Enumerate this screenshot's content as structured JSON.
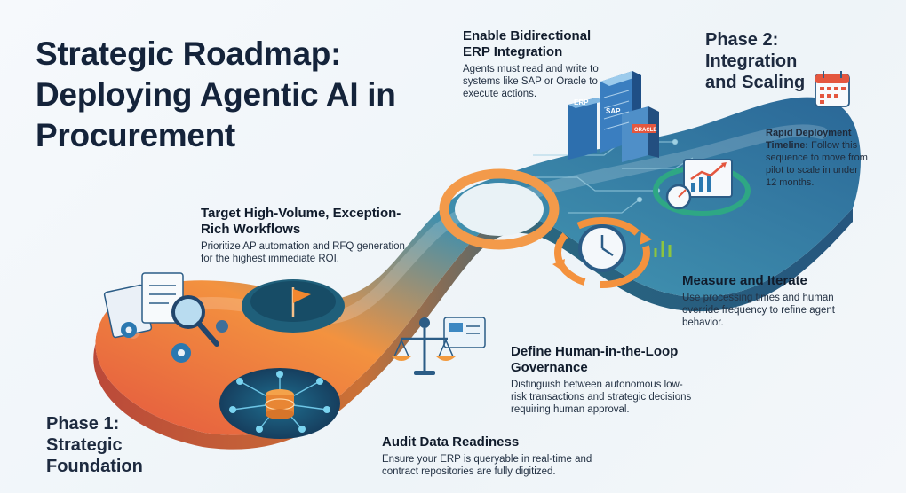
{
  "title": "Strategic Roadmap: Deploying Agentic AI in Procurement",
  "phase1": {
    "title": "Phase 1: Strategic Foundation"
  },
  "phase2": {
    "title": "Phase 2: Integration and Scaling"
  },
  "steps": [
    {
      "title": "Target High-Volume, Exception-Rich Workflows",
      "description": "Prioritize AP automation and RFQ generation for the highest immediate ROI."
    },
    {
      "title": "Audit Data Readiness",
      "description": "Ensure your ERP is queryable in real-time and contract repositories are fully digitized."
    },
    {
      "title": "Define Human-in-the-Loop Governance",
      "description": "Distinguish between autonomous low-risk transactions and strategic decisions requiring human approval."
    },
    {
      "title": "Enable Bidirectional ERP Integration",
      "description": "Agents must read and write to systems like SAP or Oracle to execute actions."
    },
    {
      "title": "Measure and Iterate",
      "description": "Use processing times and human override frequency to refine agent behavior."
    }
  ],
  "timeline_note": {
    "label": "Rapid Deployment Timeline:",
    "text": "Follow this sequence to move from pilot to scale in under 12 months."
  },
  "server_labels": [
    "ERP",
    "SAP",
    "ORACLE"
  ],
  "colors": {
    "path_teal": "#2f7f9a",
    "path_blue": "#2f6f9f",
    "path_orange": "#f08a3c",
    "path_red": "#e4573f",
    "accent_green": "#2ea784",
    "title_navy": "#14233a"
  },
  "icons": [
    "documents-magnifier-gear-icon",
    "orange-flag-icon",
    "database-network-icon",
    "scale-governance-icon",
    "server-stack-icon",
    "cycle-clock-icon",
    "growth-chart-gauge-icon",
    "calendar-icon"
  ]
}
